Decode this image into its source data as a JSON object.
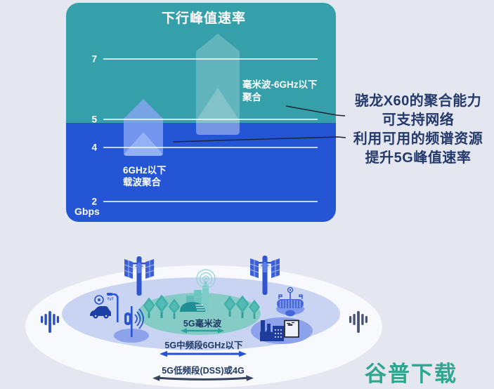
{
  "page": {
    "background": "#E5E7F0"
  },
  "chart": {
    "title": "下行峰值速率",
    "axis_unit": "Gbps",
    "ticks": [
      "7",
      "5",
      "4",
      "2"
    ],
    "labels": {
      "mmwave_line1": "毫米波-6GHz以下",
      "mmwave_line2": "聚合",
      "sub6_line1": "6GHz以下",
      "sub6_line2": "载波聚合"
    },
    "colors": {
      "teal_background": "#36A0AA",
      "blue_background": "#2355D5",
      "sub6_arrow": "#89A7F4",
      "gridline": "#FFFFFF"
    }
  },
  "annotation": {
    "lines": [
      "骁龙X60的聚合能力",
      "可支持网络",
      "利用可用的频谱资源",
      "提升5G峰值速率"
    ],
    "color": "#24396B"
  },
  "scene": {
    "bands": [
      {
        "label": "5G毫米波",
        "arrow_color": "#2BA39C",
        "zone_color": "#85CBC6"
      },
      {
        "label": "5G中频段6GHz以下",
        "arrow_color": "#2353D4",
        "zone_color": "#C9D4F3"
      },
      {
        "label": "5G低频段(DSS)或4G",
        "arrow_color": "#39445F",
        "zone_color": "#F7F9FC"
      }
    ],
    "icons": [
      "antenna-mast",
      "cell-tower",
      "connected-car",
      "street-lamp",
      "small-cell",
      "trees",
      "city-buildings",
      "broadcast-signal",
      "stadium",
      "factory",
      "drone"
    ]
  },
  "watermark": {
    "text": "谷普下载",
    "color": "#2EA78E"
  },
  "chart_data": {
    "type": "bar",
    "title": "下行峰值速率",
    "ylabel": "Gbps",
    "yticks": [
      2,
      4,
      5,
      7
    ],
    "ylim": [
      1,
      9
    ],
    "grid": "horizontal white lines at each tick",
    "categories": [
      "6GHz以下载波聚合",
      "毫米波-6GHz以下聚合"
    ],
    "values": [
      5.6,
      7.9
    ],
    "series": [
      {
        "name": "6GHz以下载波聚合",
        "peak_gbps": 5.6,
        "inner_tier_gbps": 4.5,
        "style": "upward arrow, light blue"
      },
      {
        "name": "毫米波-6GHz以下聚合",
        "peak_gbps": 7.9,
        "inner_tier_gbps": 6.2,
        "style": "upward arrow, translucent teal"
      }
    ],
    "regions": [
      {
        "label": "upper zone (above ~5 Gbps)",
        "color": "#36A0AA"
      },
      {
        "label": "lower zone (below ~5 Gbps)",
        "color": "#2355D5"
      }
    ]
  }
}
